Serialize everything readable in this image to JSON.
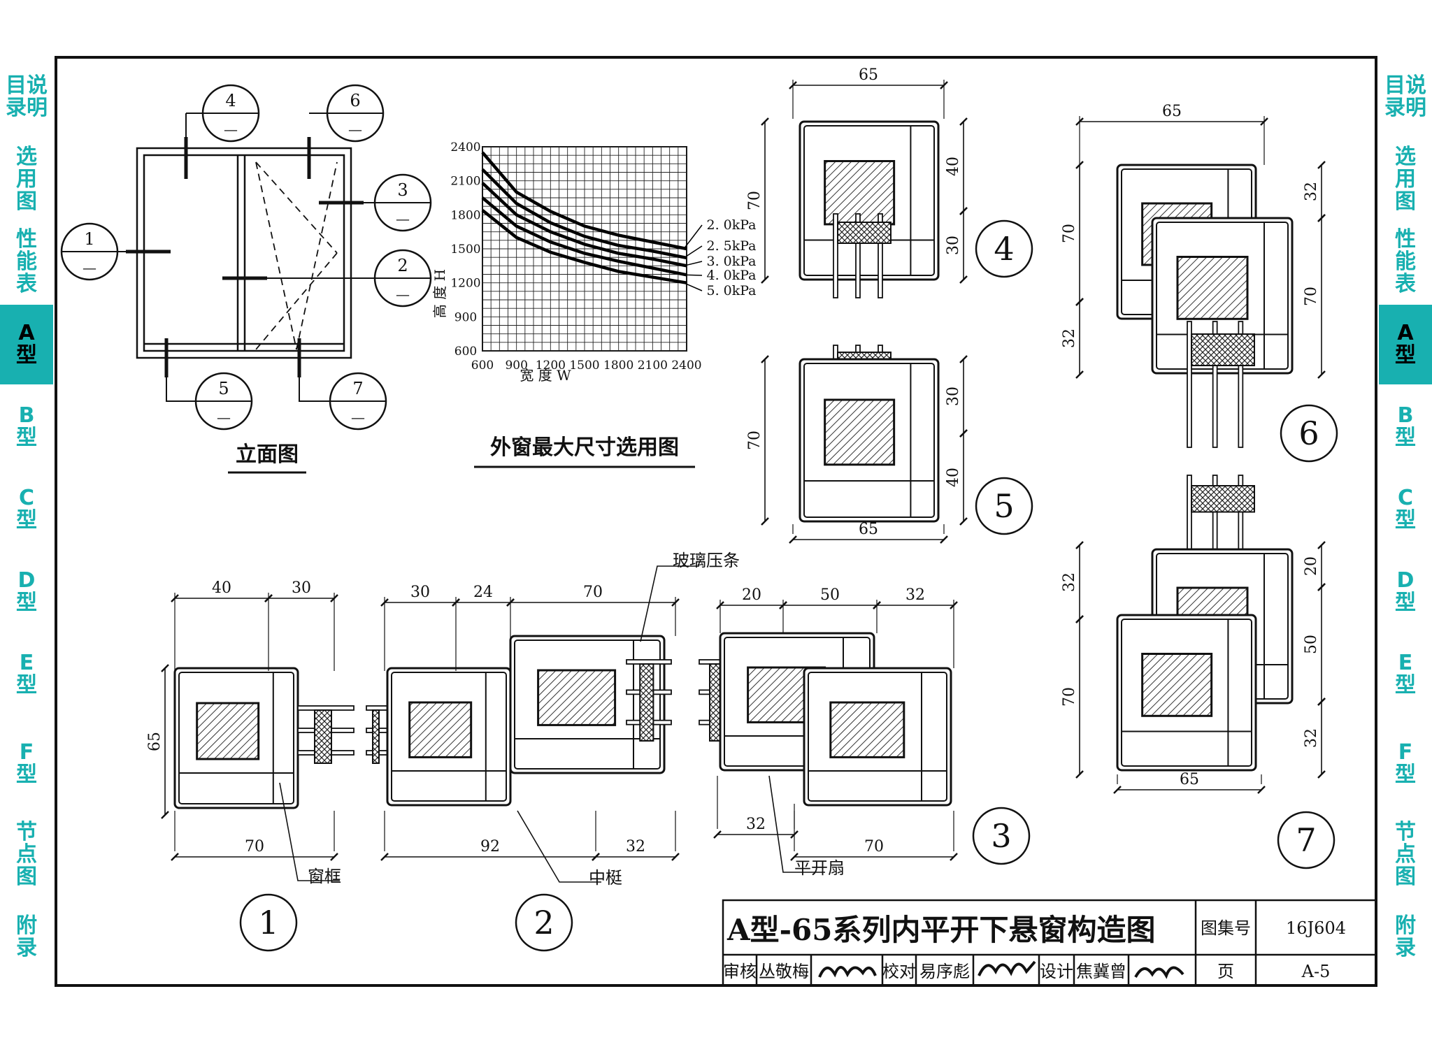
{
  "side_tabs": [
    {
      "label": "目说\n录明",
      "active": false
    },
    {
      "label": "选\n用\n图",
      "active": false
    },
    {
      "label": "性\n能\n表",
      "active": false
    },
    {
      "label": "A\n型",
      "active": true
    },
    {
      "label": "B\n型",
      "active": false
    },
    {
      "label": "C\n型",
      "active": false
    },
    {
      "label": "D\n型",
      "active": false
    },
    {
      "label": "E\n型",
      "active": false
    },
    {
      "label": "F\n型",
      "active": false
    },
    {
      "label": "节\n点\n图",
      "active": false
    },
    {
      "label": "附\n录",
      "active": false
    }
  ],
  "elevation": {
    "caption": "立面图",
    "callouts": [
      {
        "num": "1",
        "sub": "—"
      },
      {
        "num": "2",
        "sub": "—"
      },
      {
        "num": "3",
        "sub": "—"
      },
      {
        "num": "4",
        "sub": "—"
      },
      {
        "num": "5",
        "sub": "—"
      },
      {
        "num": "6",
        "sub": "—"
      },
      {
        "num": "7",
        "sub": "—"
      }
    ]
  },
  "chart_caption": "外窗最大尺寸选用图",
  "chart_data": {
    "type": "line",
    "xlabel": "宽 度 W",
    "ylabel": "高 度 H",
    "x_ticks": [
      "600",
      "900",
      "1200",
      "1500",
      "1800",
      "2100",
      "2400"
    ],
    "y_ticks": [
      "600",
      "900",
      "1200",
      "1500",
      "1800",
      "2100",
      "2400"
    ],
    "xlim": [
      600,
      2400
    ],
    "ylim": [
      600,
      2400
    ],
    "grid": true,
    "x": [
      600,
      900,
      1200,
      1500,
      1800,
      2100,
      2400
    ],
    "series": [
      {
        "name": "2. 0kPa",
        "values": [
          2350,
          2000,
          1830,
          1700,
          1620,
          1560,
          1500
        ]
      },
      {
        "name": "2. 5kPa",
        "values": [
          2200,
          1900,
          1730,
          1610,
          1530,
          1480,
          1420
        ]
      },
      {
        "name": "3. 0kPa",
        "values": [
          2080,
          1800,
          1650,
          1540,
          1460,
          1410,
          1350
        ]
      },
      {
        "name": "4. 0kPa",
        "values": [
          1950,
          1700,
          1560,
          1460,
          1390,
          1330,
          1270
        ]
      },
      {
        "name": "5. 0kPa",
        "values": [
          1840,
          1600,
          1470,
          1380,
          1300,
          1250,
          1200
        ]
      }
    ]
  },
  "details": {
    "d1": {
      "num": "1",
      "dims": [
        "40",
        "30",
        "65",
        "70"
      ],
      "label": "窗框"
    },
    "d2": {
      "num": "2",
      "dims": [
        "30",
        "24",
        "70",
        "92",
        "32"
      ],
      "label": "中梃",
      "label2": "玻璃压条"
    },
    "d3": {
      "num": "3",
      "dims": [
        "20",
        "50",
        "32",
        "32",
        "70"
      ],
      "label": "平开扇"
    },
    "d4": {
      "num": "4",
      "dims": [
        "65",
        "70",
        "40",
        "30"
      ]
    },
    "d5": {
      "num": "5",
      "dims": [
        "70",
        "30",
        "40",
        "65"
      ]
    },
    "d6": {
      "num": "6",
      "dims": [
        "65",
        "70",
        "32",
        "70",
        "32"
      ]
    },
    "d7": {
      "num": "7",
      "dims": [
        "32",
        "70",
        "20",
        "50",
        "32",
        "65"
      ]
    }
  },
  "title_block": {
    "title": "A型-65系列内平开下悬窗构造图",
    "atlas_label": "图集号",
    "atlas_no": "16J604",
    "page_label": "页",
    "page_no": "A-5",
    "review_label": "审核",
    "review_name": "丛敬梅",
    "check_label": "校对",
    "check_name": "易序彪",
    "design_label": "设计",
    "design_name": "焦冀曾"
  },
  "colors": {
    "tab": "#18b0b0",
    "ink": "#111111"
  }
}
